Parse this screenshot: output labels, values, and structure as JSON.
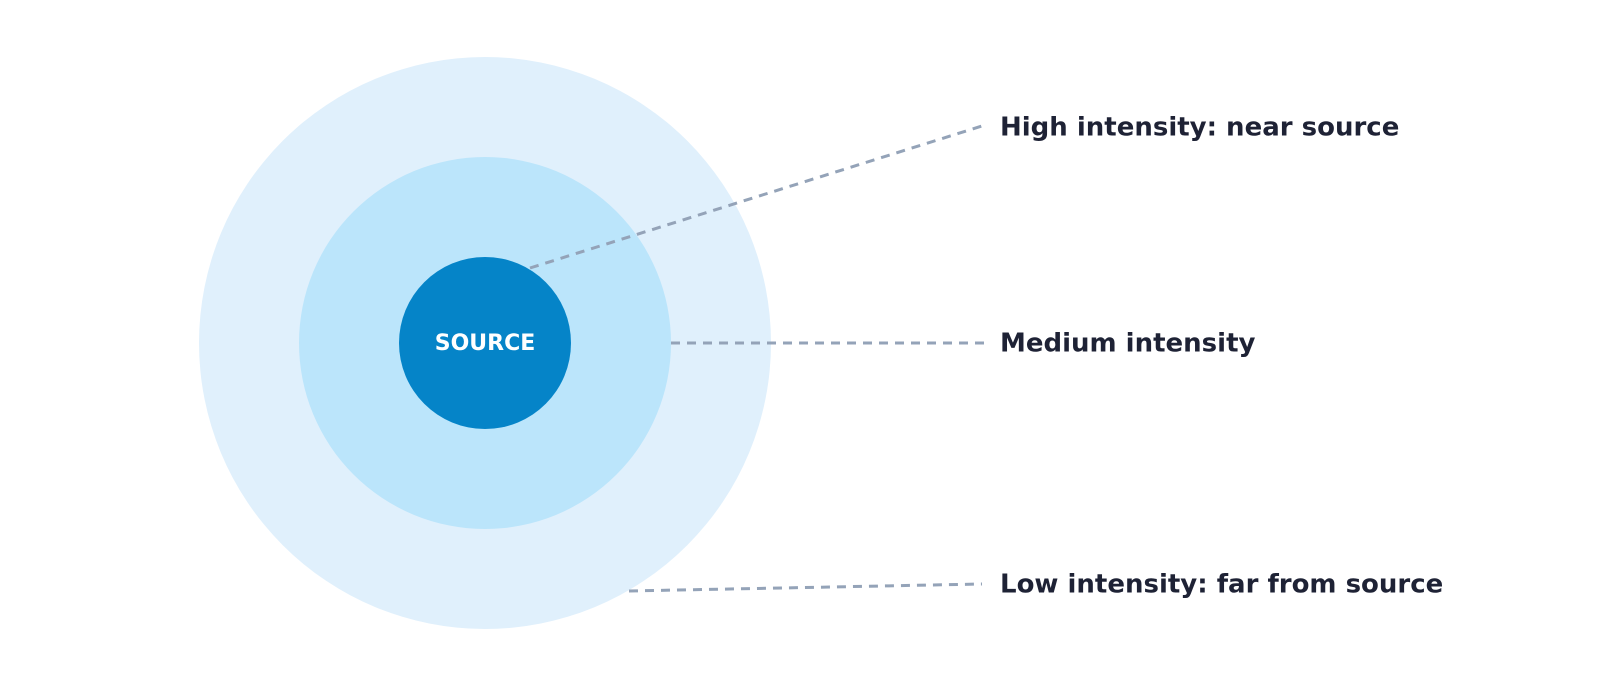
{
  "diagram": {
    "center_label": "SOURCE",
    "zones": {
      "high": "High intensity: near source",
      "medium": "Medium intensity",
      "low": "Low intensity: far from source"
    }
  },
  "colors": {
    "outer_ring": "#e0f0fc",
    "middle_ring": "#bbe5fb",
    "source": "#0584c8",
    "leader_line": "#94a3b8",
    "label_text": "#1e2235",
    "source_text": "#ffffff"
  }
}
